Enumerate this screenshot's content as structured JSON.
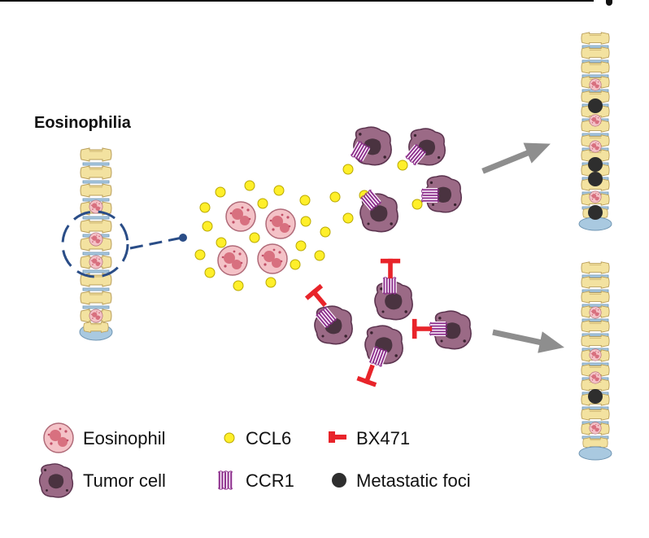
{
  "title": "Eosinophilia",
  "legend": [
    {
      "symbol": "eosinophil",
      "label": "Eosinophil"
    },
    {
      "symbol": "ccl6",
      "label": "CCL6"
    },
    {
      "symbol": "bx471",
      "label": "BX471"
    },
    {
      "symbol": "tumor-cell",
      "label": "Tumor cell"
    },
    {
      "symbol": "ccr1",
      "label": "CCR1"
    },
    {
      "symbol": "metastatic-foci",
      "label": "Metastatic foci"
    }
  ],
  "colors": {
    "bone": "#f3e2a0",
    "bone_edge": "#b89d58",
    "disc": "#a9c9e0",
    "eosinophil": "#f2b6bd",
    "eosinophil_nucleus": "#d8707f",
    "ccl6": "#ffef2a",
    "tumor": "#9b6a86",
    "tumor_nucleus": "#4a3340",
    "ccr1": "#8a2c8a",
    "bx471": "#e8242a",
    "foci": "#2e2e2e",
    "arrow": "#8e8e8e",
    "dashed_circle": "#2a4d87"
  }
}
